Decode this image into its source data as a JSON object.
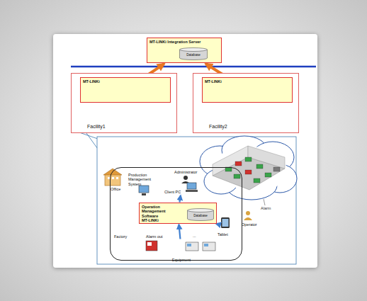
{
  "diagram": {
    "nodes": [
      {
        "text": [
          "MT-LINKi Integration Server"
        ]
      },
      {
        "text": [
          "Database"
        ],
        "in": 0
      },
      {
        "text": [
          "Facility1"
        ]
      },
      {
        "text": [
          "MT-LINKi"
        ],
        "in": 2
      },
      {
        "text": [
          "Facility2"
        ]
      },
      {
        "text": [
          "MT-LINKi"
        ],
        "in": 4
      },
      {
        "text": [
          "Factory"
        ]
      },
      {
        "text": [
          "Operation Management Software",
          "MT-LINKi"
        ],
        "in": 6
      },
      {
        "text": [
          "Database"
        ],
        "in": 7
      },
      {
        "text": [
          "Client PC"
        ],
        "in": 6
      },
      {
        "text": [
          "Tablet"
        ],
        "in": 6
      },
      {
        "text": [
          "Equipment"
        ],
        "in": 6
      }
    ],
    "edges": [
      {
        "from": 3,
        "to": 0,
        "arrow": "to"
      },
      {
        "from": 5,
        "to": 0,
        "arrow": "to"
      },
      {
        "from": 7,
        "to": 9,
        "arrow": "to"
      },
      {
        "from": 7,
        "to": 10,
        "arrow": "to"
      },
      {
        "from": 11,
        "to": 7,
        "arrow": "to"
      }
    ],
    "labels": [
      "Office",
      "Production Management System",
      "Administrator",
      "Alarm",
      "Operator",
      "Alarm out",
      "..."
    ]
  }
}
